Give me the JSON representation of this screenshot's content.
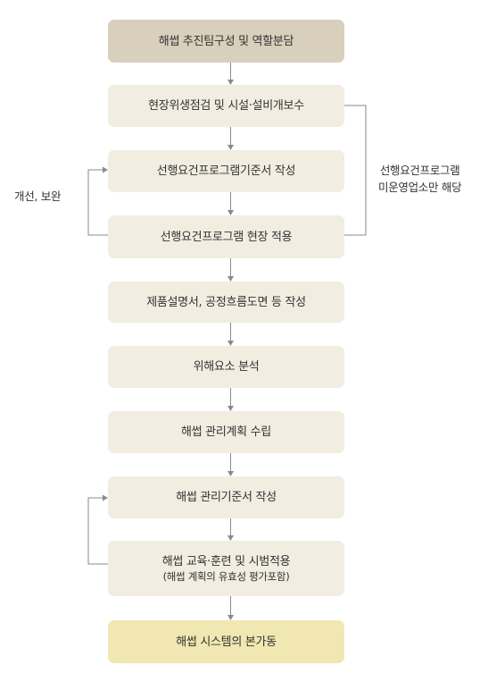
{
  "steps": [
    {
      "label": "해썹 추진팀구성 및 역할분담"
    },
    {
      "label": "현장위생점검 및 시설·설비개보수"
    },
    {
      "label": "선행요건프로그램기준서 작성"
    },
    {
      "label": "선행요건프로그램 현장 적용"
    },
    {
      "label": "제품설명서, 공정흐름도면 등 작성"
    },
    {
      "label": "위해요소 분석"
    },
    {
      "label": "해썹 관리계획 수립"
    },
    {
      "label": "해썹 관리기준서 작성"
    },
    {
      "label": "해썹 교육·훈련 및 시범적용",
      "sub": "(해썹 계획의 유효성 평가포함)"
    },
    {
      "label": "해썹 시스템의 본가동"
    }
  ],
  "side_labels": {
    "left": "개선, 보완",
    "right_line1": "선행요건프로그램",
    "right_line2": "미운영업소만 해당"
  },
  "colors": {
    "first_box": "#d8cfbc",
    "step_box": "#f1ede1",
    "last_box": "#f0e7b2",
    "connector": "#8a8a8a"
  }
}
